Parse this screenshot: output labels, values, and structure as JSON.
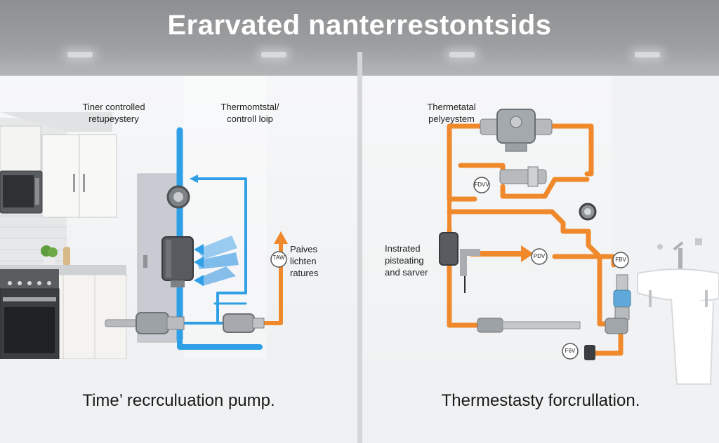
{
  "header": {
    "title": "Erarvated nanterrestontsids"
  },
  "left_panel": {
    "labels": {
      "timer_controlled": [
        "Tiner controlled",
        "retupeystery"
      ],
      "thermostatal_loop": [
        "Thermomtstal/",
        "controll loip"
      ],
      "paives": [
        "Paives",
        "lichten",
        "ratures"
      ]
    },
    "tag": "7AW",
    "caption": "Time’ recrculuation pump."
  },
  "right_panel": {
    "labels": {
      "thermostatal_system": [
        "Thermetatal",
        "pelyeystem"
      ],
      "insulated": [
        "Instrated",
        "pisteating",
        "and sarver"
      ]
    },
    "tags": {
      "upper_left": "FDVV",
      "middle": "PDV",
      "right": "FBV",
      "lower": "F6V"
    },
    "caption": "Thermestasty forcrullation."
  },
  "colors": {
    "cold_pipe": "#2f9fe6",
    "hot_pipe": "#f0892c",
    "header": "#9a9c9e",
    "metal": "#8e9396"
  }
}
